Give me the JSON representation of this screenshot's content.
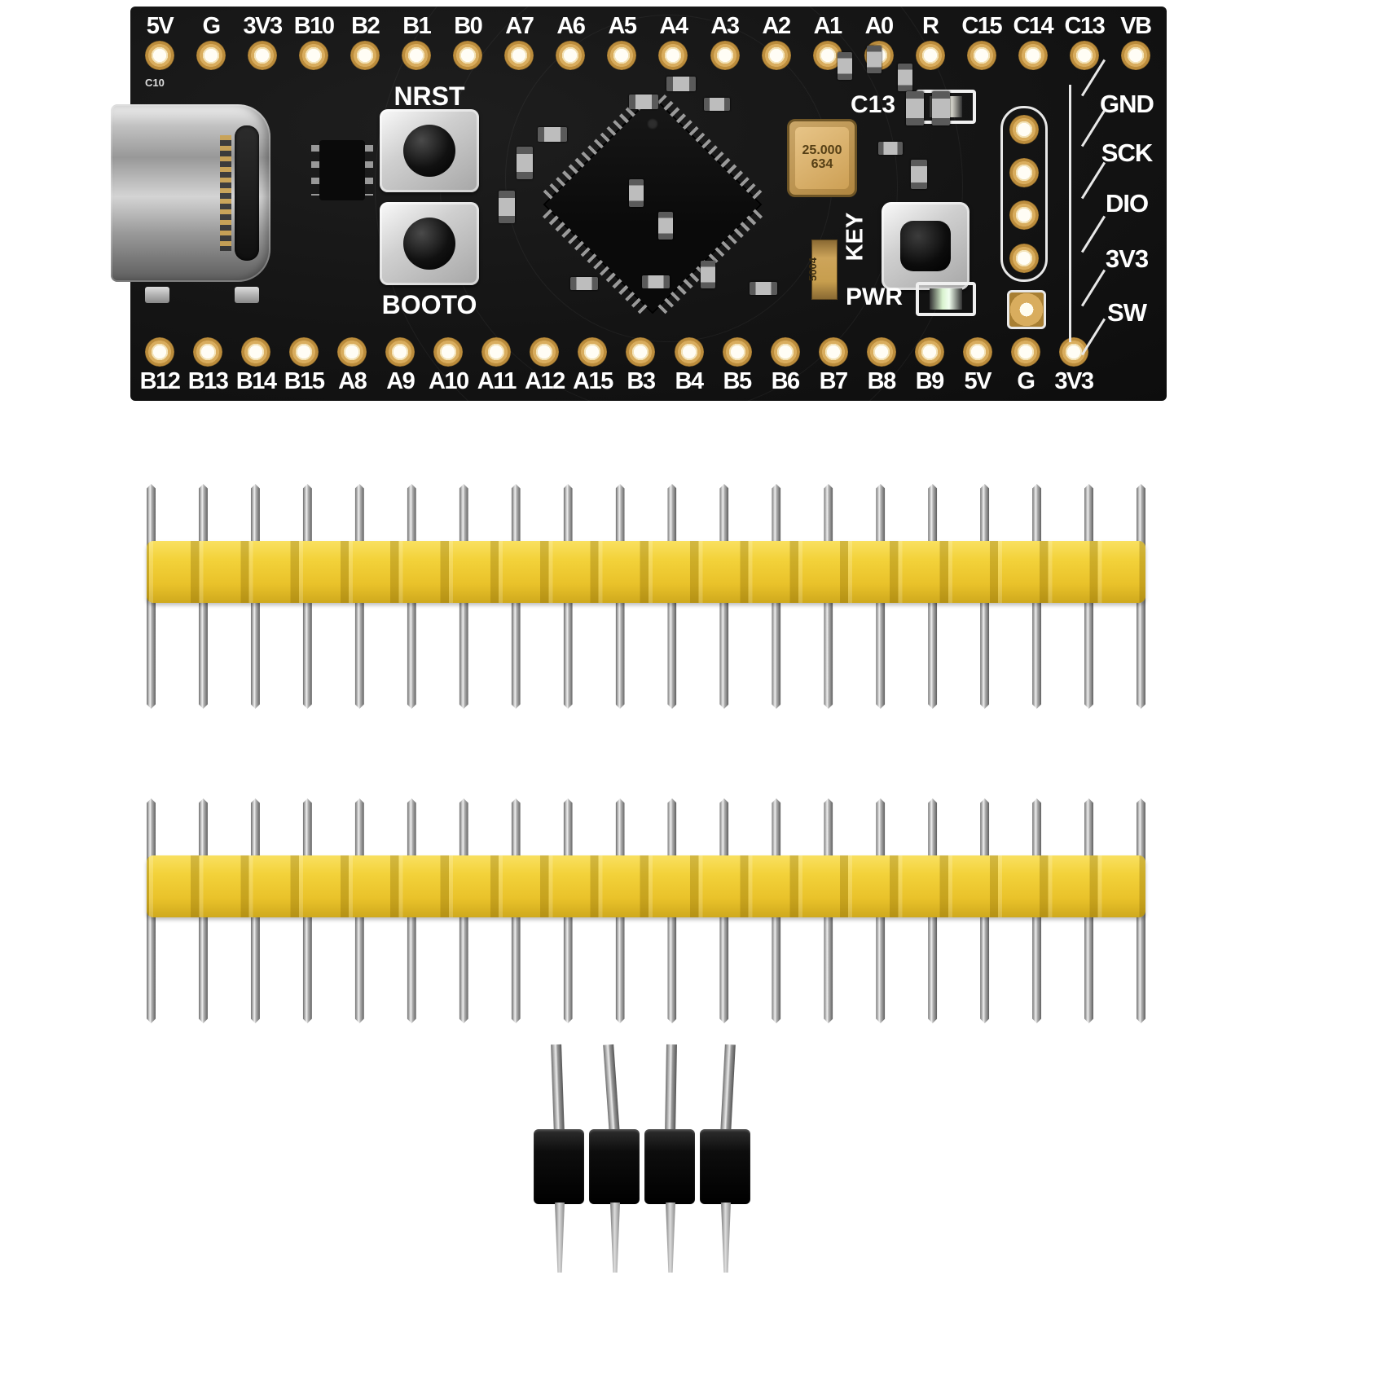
{
  "board": {
    "top_pin_labels": [
      "5V",
      "G",
      "3V3",
      "B10",
      "B2",
      "B1",
      "B0",
      "A7",
      "A6",
      "A5",
      "A4",
      "A3",
      "A2",
      "A1",
      "A0",
      "R",
      "C15",
      "C14",
      "C13",
      "VB"
    ],
    "bottom_pin_labels": [
      "B12",
      "B13",
      "B14",
      "B15",
      "A8",
      "A9",
      "A10",
      "A11",
      "A12",
      "A15",
      "B3",
      "B4",
      "B5",
      "B6",
      "B7",
      "B8",
      "B9",
      "5V",
      "G",
      "3V3"
    ],
    "swd_labels": [
      "GND",
      "SCK",
      "DIO",
      "3V3",
      "SW"
    ],
    "swd_hole_count": 4,
    "silkscreen": {
      "nrst": "NRST",
      "boot0": "BOOTO",
      "c13": "C13",
      "key": "KEY",
      "pwr": "PWR",
      "c10": "C10"
    },
    "crystal_marking": {
      "line1": "25.000",
      "line2": "634"
    },
    "diode_marking": "5004",
    "colors": {
      "pcb": "#141414",
      "hole_gold": "#d9ad5e",
      "silkscreen": "#ffffff",
      "connector_silver": "#c2c2c2"
    }
  },
  "headers": {
    "yellow_strip_1": {
      "pin_count": 20,
      "body_color": "#f3d23a"
    },
    "yellow_strip_2": {
      "pin_count": 20,
      "body_color": "#f3d23a"
    },
    "black_header": {
      "pin_count": 4,
      "body_color": "#141414"
    }
  }
}
